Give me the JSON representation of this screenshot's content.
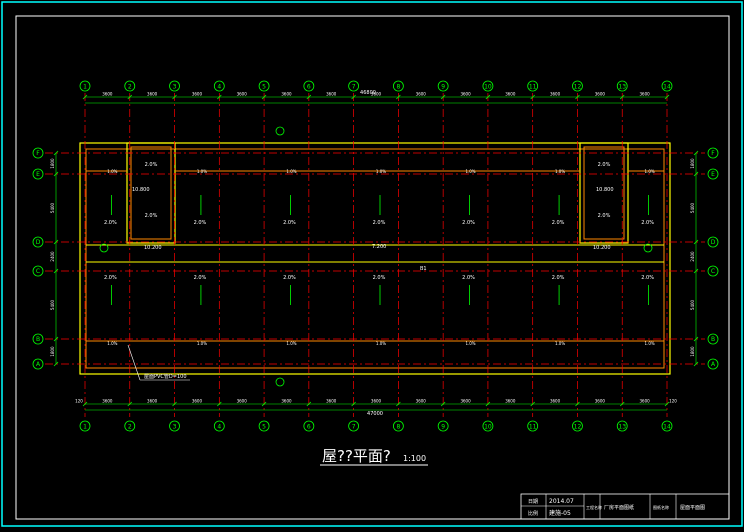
{
  "drawing": {
    "title_main": "屋??平面?",
    "title_scale": "1:100",
    "overall_dim_top": "46800",
    "overall_dim_bottom": "47000",
    "axes_numbers": [
      "1",
      "2",
      "3",
      "4",
      "5",
      "6",
      "7",
      "8",
      "9",
      "10",
      "11",
      "12",
      "13",
      "14"
    ],
    "axes_letters": [
      "A",
      "B",
      "C",
      "D",
      "E",
      "F"
    ],
    "bay_dims_top": [
      "3600",
      "3600",
      "3600",
      "3600",
      "3600",
      "3600",
      "3600",
      "3600",
      "3600",
      "3600",
      "3600",
      "3600",
      "3600"
    ],
    "bay_dims_bottom": [
      "3600",
      "3600",
      "3600",
      "3600",
      "3600",
      "3600",
      "3600",
      "3600",
      "3600",
      "3600",
      "3600",
      "3600",
      "3600"
    ],
    "end_dims_bottom": [
      "120",
      "120"
    ],
    "left_dims": [
      "1800",
      "5400",
      "2400",
      "5400",
      "1800"
    ],
    "right_dims": [
      "1800",
      "5400",
      "2400",
      "5400",
      "1800"
    ],
    "slope_labels": [
      "2.0%",
      "1.0%"
    ],
    "annotations": {
      "level_left": "10.800",
      "level_right": "10.800",
      "level_mid": "7.200",
      "note_bottom": "屋面PVC管D=100",
      "dim_10200_left": "10.200",
      "dim_10200_right": "10.200",
      "label_b1": "B1"
    },
    "title_block": {
      "r1c1": "日期",
      "r1c2": "2014.07",
      "r2c1": "比例",
      "r2c2": "建施-05",
      "col3": "工程名称",
      "col4": "厂房平面图纸",
      "col5": "图纸名称",
      "col6": "屋面平面图"
    },
    "colors": {
      "border": "#00ffff",
      "axis_line": "#ff0000",
      "wall": "#ffff00",
      "wall_inner": "#ff8800",
      "dim": "#00ff00",
      "text": "#ffffff",
      "title": "#ffffff",
      "grid_dot": "#00ff00"
    }
  }
}
